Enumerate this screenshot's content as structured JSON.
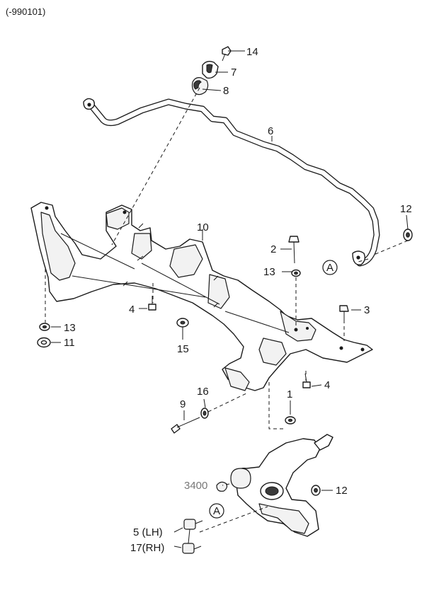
{
  "header": {
    "code": "(-990101)"
  },
  "callouts": [
    {
      "id": "14",
      "text": "14"
    },
    {
      "id": "7",
      "text": "7"
    },
    {
      "id": "8",
      "text": "8"
    },
    {
      "id": "6",
      "text": "6"
    },
    {
      "id": "12a",
      "text": "12"
    },
    {
      "id": "10",
      "text": "10"
    },
    {
      "id": "2",
      "text": "2"
    },
    {
      "id": "13a",
      "text": "13"
    },
    {
      "id": "3",
      "text": "3"
    },
    {
      "id": "4a",
      "text": "4"
    },
    {
      "id": "13b",
      "text": "13"
    },
    {
      "id": "11",
      "text": "11"
    },
    {
      "id": "15",
      "text": "15"
    },
    {
      "id": "4b",
      "text": "4"
    },
    {
      "id": "1",
      "text": "1"
    },
    {
      "id": "16",
      "text": "16"
    },
    {
      "id": "9",
      "text": "9"
    },
    {
      "id": "3400",
      "text": "3400"
    },
    {
      "id": "12b",
      "text": "12"
    },
    {
      "id": "5",
      "text": "5 (LH)"
    },
    {
      "id": "17",
      "text": "17(RH)"
    }
  ],
  "reference_markers": [
    {
      "id": "A1",
      "text": "A"
    },
    {
      "id": "A2",
      "text": "A"
    }
  ]
}
